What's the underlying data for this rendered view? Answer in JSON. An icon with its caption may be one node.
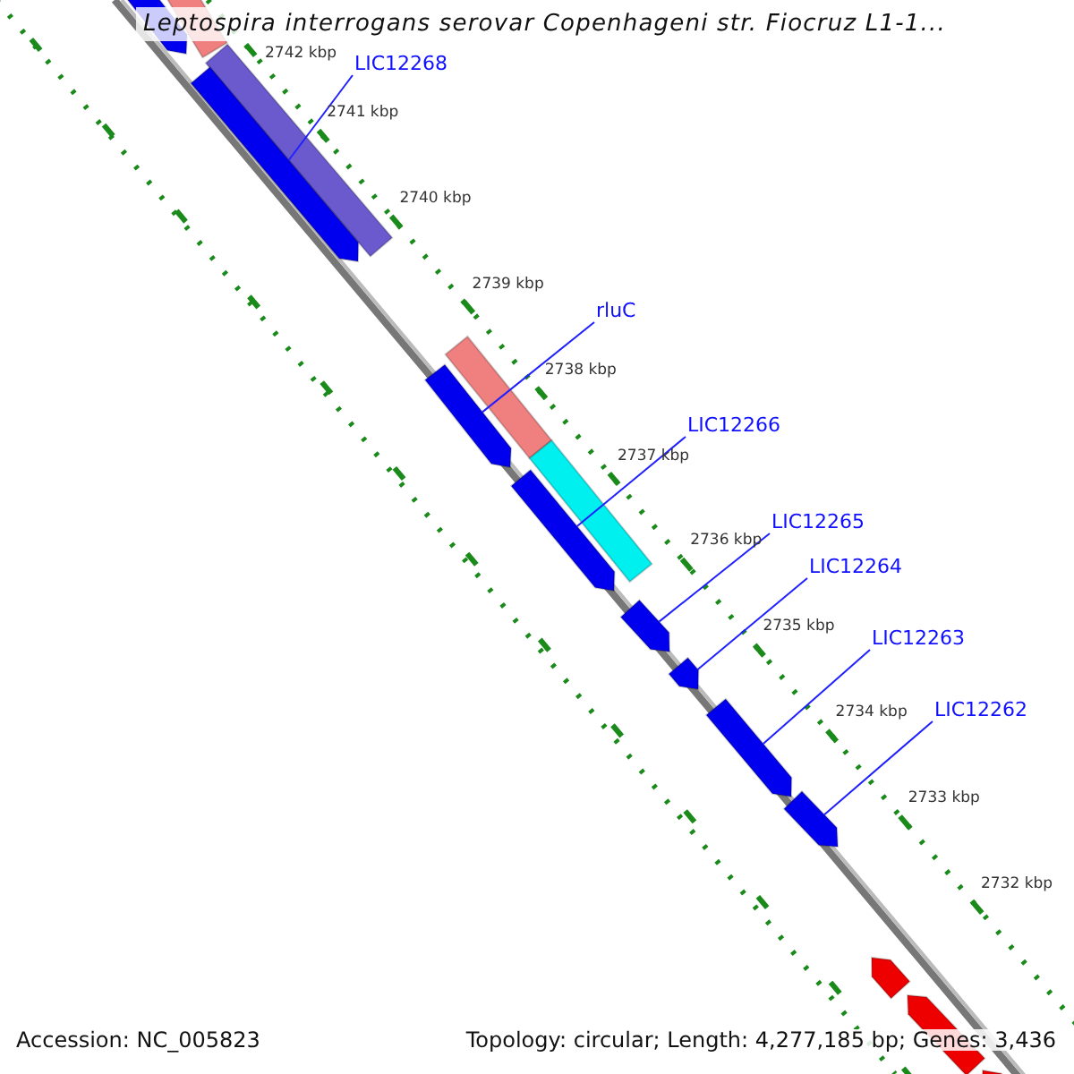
{
  "diagram": {
    "title": "Leptospira interrogans serovar Copenhageni str. Fiocruz L1-1...",
    "nodes": [
      {
        "text": [],
        "shape": "arrow"
      },
      {
        "text": [],
        "shape": "band"
      },
      {
        "text": [
          "LIC12268"
        ]
      },
      {
        "text": [],
        "shape": "band"
      },
      {
        "text": [],
        "shape": "arrow"
      },
      {
        "text": [
          "rluC"
        ]
      },
      {
        "text": [],
        "shape": "band"
      },
      {
        "text": [],
        "shape": "arrow"
      },
      {
        "text": [
          "LIC12266"
        ]
      },
      {
        "text": [],
        "shape": "band"
      },
      {
        "text": [],
        "shape": "arrow"
      },
      {
        "text": [
          "LIC12265"
        ]
      },
      {
        "text": [],
        "shape": "arrow"
      },
      {
        "text": [
          "LIC12264"
        ]
      },
      {
        "text": [],
        "shape": "arrow"
      },
      {
        "text": [
          "LIC12263"
        ]
      },
      {
        "text": [],
        "shape": "arrow"
      },
      {
        "text": [
          "LIC12262"
        ]
      },
      {
        "text": [],
        "shape": "arrow"
      },
      {
        "text": [],
        "shape": "arrow"
      },
      {
        "text": [],
        "shape": "arrow"
      },
      {
        "text": [],
        "shape": "arrow"
      }
    ],
    "edges": [
      {
        "from": 2,
        "to": 4,
        "arrow": "none"
      },
      {
        "from": 5,
        "to": 7,
        "arrow": "none"
      },
      {
        "from": 8,
        "to": 10,
        "arrow": "none"
      },
      {
        "from": 11,
        "to": 12,
        "arrow": "none"
      },
      {
        "from": 13,
        "to": 14,
        "arrow": "none"
      },
      {
        "from": 15,
        "to": 16,
        "arrow": "none"
      },
      {
        "from": 17,
        "to": 18,
        "arrow": "none"
      }
    ],
    "labels": [
      "2742 kbp",
      "2741 kbp",
      "2740 kbp",
      "2739 kbp",
      "2738 kbp",
      "2737 kbp",
      "2736 kbp",
      "2735 kbp",
      "2734 kbp",
      "2733 kbp",
      "2732 kbp",
      "Accession: NC_005823",
      "Topology: circular; Length: 4,277,185 bp; Genes: 3,436"
    ]
  }
}
